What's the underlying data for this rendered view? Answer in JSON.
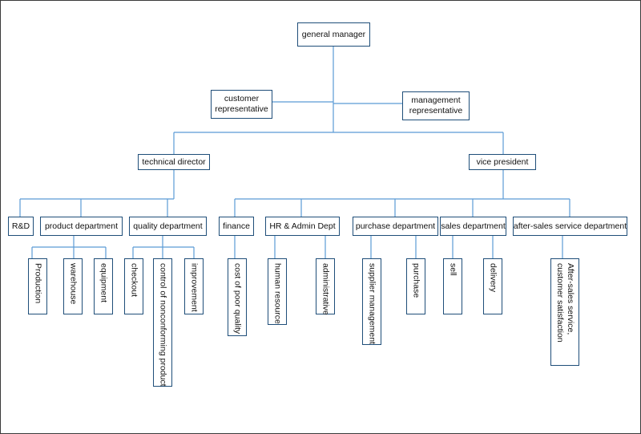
{
  "nodes": {
    "general_manager": "general manager",
    "customer_representative": "customer representative",
    "management_representative": "management representative",
    "technical_director": "technical director",
    "vice_president": "vice president",
    "rnd": "R&D",
    "product_department": "product department",
    "quality_department": "quality department",
    "finance": "finance",
    "hr_admin_dept": "HR & Admin Dept",
    "purchase_department": "purchase department",
    "sales_department": "sales department",
    "after_sales_service_department": "after-sales service department",
    "production": "Production",
    "warehouse": "warehouse",
    "equipment": "equipment",
    "checkout": "checkout",
    "control_of_nonconforming_product": "control of nonconforming product",
    "improvement": "improvement",
    "cost_of_poor_quality": "cost of poor quality",
    "human_resource": "human resource",
    "administrative": "administrative",
    "supplier_management": "supplier management",
    "purchase": "purchase",
    "sell": "sell",
    "delivery": "delivery",
    "after_sales_service_customer_satisfaction": "After-sales service, customer satisfaction"
  },
  "colors": {
    "box_border": "#1f4e79",
    "line": "#5b9bd5",
    "frame": "#3a3a3a"
  }
}
